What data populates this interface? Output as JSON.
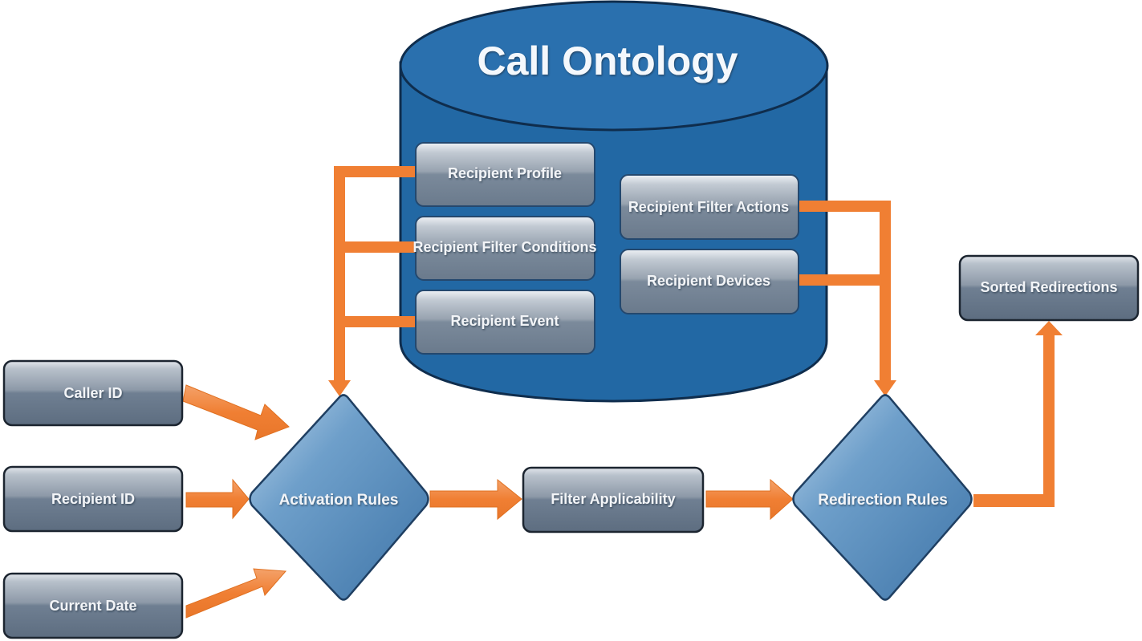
{
  "diagram": {
    "title": "Call Ontology",
    "colors": {
      "database_fill": "#2268a4",
      "database_stroke": "#0f2d4d",
      "box_top": "#c9d0d8",
      "box_bottom": "#5f6f82",
      "diamond_fill": "#4f86b8",
      "connector": "#f07f33"
    },
    "database_items": {
      "recipient_profile": "Recipient Profile",
      "recipient_filter_conditions": "Recipient Filter Conditions",
      "recipient_event": "Recipient Event",
      "recipient_filter_actions": "Recipient Filter Actions",
      "recipient_devices": "Recipient Devices"
    },
    "inputs": {
      "caller_id": "Caller ID",
      "recipient_id": "Recipient ID",
      "current_date": "Current Date"
    },
    "process": {
      "activation_rules": "Activation Rules",
      "filter_applicability": "Filter Applicability",
      "redirection_rules": "Redirection Rules",
      "sorted_redirections": "Sorted Redirections"
    },
    "edges": [
      {
        "from": "Caller ID",
        "to": "Activation Rules"
      },
      {
        "from": "Recipient ID",
        "to": "Activation Rules"
      },
      {
        "from": "Current Date",
        "to": "Activation Rules"
      },
      {
        "from": "Recipient Profile",
        "to": "Activation Rules"
      },
      {
        "from": "Recipient Filter Conditions",
        "to": "Activation Rules"
      },
      {
        "from": "Recipient Event",
        "to": "Activation Rules"
      },
      {
        "from": "Activation Rules",
        "to": "Filter Applicability"
      },
      {
        "from": "Filter Applicability",
        "to": "Redirection Rules"
      },
      {
        "from": "Recipient Filter Actions",
        "to": "Redirection Rules"
      },
      {
        "from": "Recipient Devices",
        "to": "Redirection Rules"
      },
      {
        "from": "Redirection Rules",
        "to": "Sorted Redirections"
      }
    ]
  }
}
